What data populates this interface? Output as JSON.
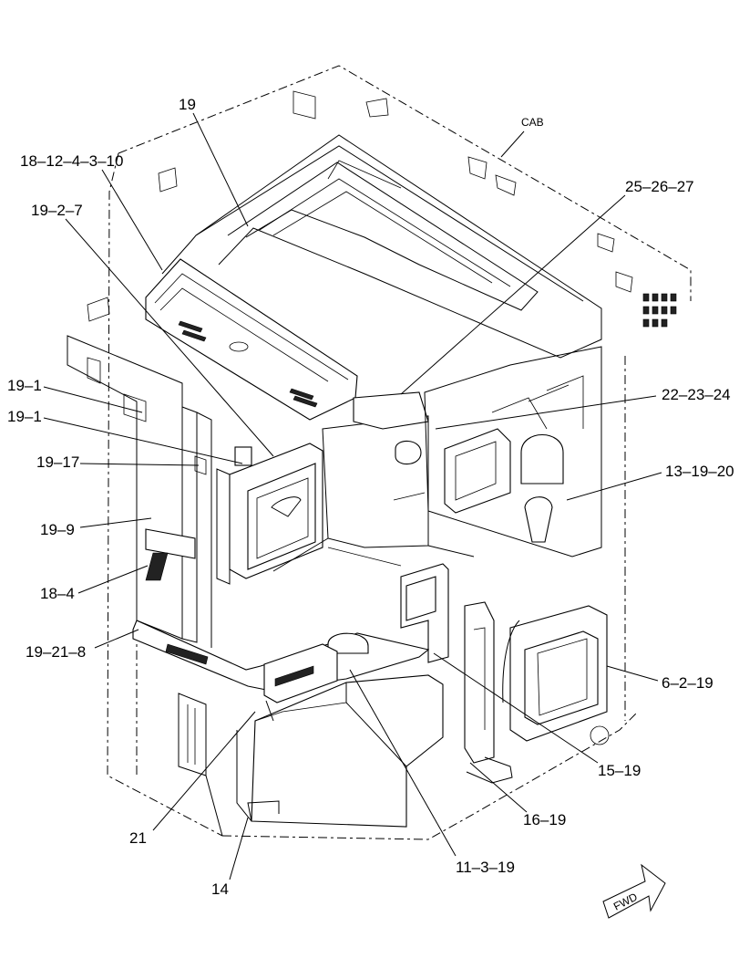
{
  "diagram": {
    "cab_label": "CAB",
    "fwd_label": "FWD",
    "callouts": [
      {
        "id": "c1",
        "text": "19"
      },
      {
        "id": "c2",
        "text": "18–12–4–3–10"
      },
      {
        "id": "c3",
        "text": "19–2–7"
      },
      {
        "id": "c4",
        "text": "25–26–27"
      },
      {
        "id": "c5",
        "text": "19–1"
      },
      {
        "id": "c6",
        "text": "19–1"
      },
      {
        "id": "c7",
        "text": "22–23–24"
      },
      {
        "id": "c8",
        "text": "19–17"
      },
      {
        "id": "c9",
        "text": "13–19–20"
      },
      {
        "id": "c10",
        "text": "19–9"
      },
      {
        "id": "c11",
        "text": "18–4"
      },
      {
        "id": "c12",
        "text": "19–21–8"
      },
      {
        "id": "c13",
        "text": "6–2–19"
      },
      {
        "id": "c14",
        "text": "15–19"
      },
      {
        "id": "c15",
        "text": "16–19"
      },
      {
        "id": "c16",
        "text": "21"
      },
      {
        "id": "c17",
        "text": "14"
      },
      {
        "id": "c18",
        "text": "11–3–19"
      }
    ]
  }
}
